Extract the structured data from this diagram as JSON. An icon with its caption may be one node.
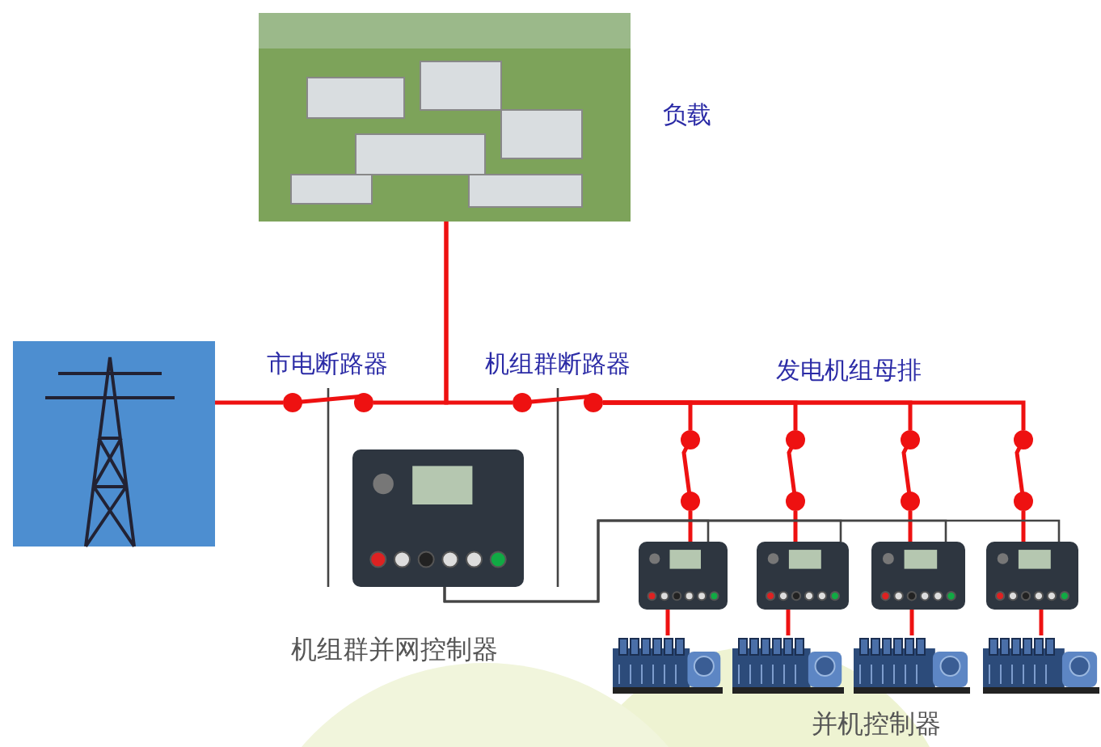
{
  "diagram": {
    "nodes": [
      {
        "text": [],
        "shape": "picture",
        "beside": [
          "负载"
        ]
      },
      {
        "text": [],
        "shape": "picture"
      },
      {
        "text": [],
        "shape": "picture",
        "beside": [
          "机组群并网控制器"
        ]
      },
      {
        "text": [],
        "shape": "picture"
      },
      {
        "text": [],
        "shape": "picture"
      },
      {
        "text": [],
        "shape": "picture"
      },
      {
        "text": [],
        "shape": "picture"
      },
      {
        "text": [],
        "shape": "picture"
      },
      {
        "text": [],
        "shape": "picture"
      },
      {
        "text": [],
        "shape": "picture"
      },
      {
        "text": [],
        "shape": "picture"
      },
      {
        "text": [],
        "shape": "switch"
      },
      {
        "text": [],
        "shape": "switch"
      },
      {
        "text": [],
        "shape": "switch"
      },
      {
        "text": [],
        "shape": "switch"
      },
      {
        "text": [],
        "shape": "switch"
      },
      {
        "text": [],
        "shape": "switch"
      }
    ],
    "edges": [
      {
        "from": 1,
        "to": 11,
        "arrow": "none"
      },
      {
        "from": 11,
        "to": 0,
        "arrow": "none"
      },
      {
        "from": 12,
        "to": 0,
        "arrow": "none"
      },
      {
        "from": 12,
        "to": 13,
        "arrow": "none"
      },
      {
        "from": 12,
        "to": 14,
        "arrow": "none"
      },
      {
        "from": 12,
        "to": 15,
        "arrow": "none"
      },
      {
        "from": 12,
        "to": 16,
        "arrow": "none"
      },
      {
        "from": 13,
        "to": 3,
        "arrow": "none"
      },
      {
        "from": 14,
        "to": 4,
        "arrow": "none"
      },
      {
        "from": 15,
        "to": 5,
        "arrow": "none"
      },
      {
        "from": 16,
        "to": 6,
        "arrow": "none"
      },
      {
        "from": 3,
        "to": 7,
        "arrow": "none"
      },
      {
        "from": 4,
        "to": 8,
        "arrow": "none"
      },
      {
        "from": 5,
        "to": 9,
        "arrow": "none"
      },
      {
        "from": 6,
        "to": 10,
        "arrow": "none"
      },
      {
        "from": 2,
        "to": 3,
        "arrow": "none",
        "color": "#444444"
      },
      {
        "from": 2,
        "to": 4,
        "arrow": "none",
        "color": "#444444"
      },
      {
        "from": 2,
        "to": 5,
        "arrow": "none",
        "color": "#444444"
      },
      {
        "from": 2,
        "to": 6,
        "arrow": "none",
        "color": "#444444"
      },
      {
        "from": 2,
        "to": 11,
        "arrow": "none",
        "color": "#444444"
      },
      {
        "from": 2,
        "to": 12,
        "arrow": "none",
        "color": "#444444"
      }
    ],
    "labels": [
      "市电断路器",
      "机组群断路器",
      "发电机组母排",
      "并机控制器"
    ]
  }
}
